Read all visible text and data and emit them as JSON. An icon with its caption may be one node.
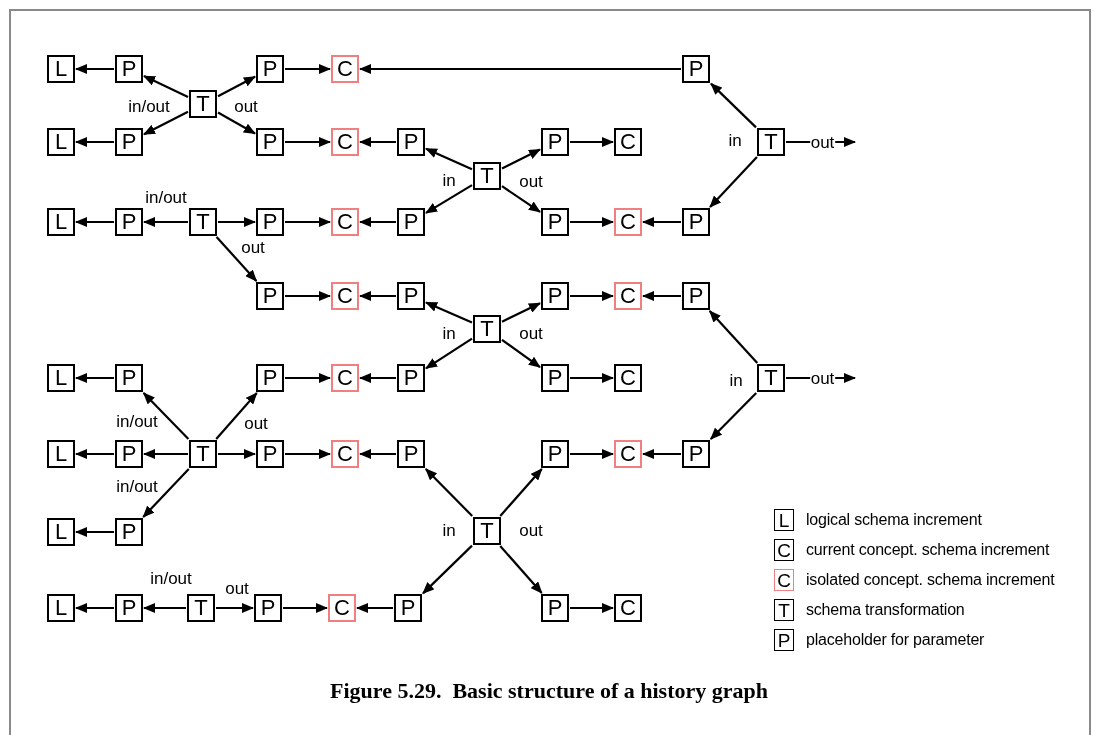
{
  "diagram": {
    "caption": "Figure 5.29.  Basic structure of a history graph",
    "nodes": [
      {
        "text": [
          "L"
        ]
      },
      {
        "text": [
          "P"
        ]
      },
      {
        "text": [
          "P"
        ]
      },
      {
        "text": [
          "C"
        ]
      },
      {
        "text": [
          "P"
        ]
      },
      {
        "text": [
          "T"
        ]
      },
      {
        "text": [
          "L"
        ]
      },
      {
        "text": [
          "P"
        ]
      },
      {
        "text": [
          "P"
        ]
      },
      {
        "text": [
          "C"
        ]
      },
      {
        "text": [
          "P"
        ]
      },
      {
        "text": [
          "P"
        ]
      },
      {
        "text": [
          "C"
        ]
      },
      {
        "text": [
          "T"
        ]
      },
      {
        "text": [
          "T"
        ]
      },
      {
        "text": [
          "L"
        ]
      },
      {
        "text": [
          "P"
        ]
      },
      {
        "text": [
          "T"
        ]
      },
      {
        "text": [
          "P"
        ]
      },
      {
        "text": [
          "C"
        ]
      },
      {
        "text": [
          "P"
        ]
      },
      {
        "text": [
          "P"
        ]
      },
      {
        "text": [
          "C"
        ]
      },
      {
        "text": [
          "P"
        ]
      },
      {
        "text": [
          "P"
        ]
      },
      {
        "text": [
          "C"
        ]
      },
      {
        "text": [
          "P"
        ]
      },
      {
        "text": [
          "P"
        ]
      },
      {
        "text": [
          "C"
        ]
      },
      {
        "text": [
          "P"
        ]
      },
      {
        "text": [
          "T"
        ]
      },
      {
        "text": [
          "L"
        ]
      },
      {
        "text": [
          "P"
        ]
      },
      {
        "text": [
          "P"
        ]
      },
      {
        "text": [
          "C"
        ]
      },
      {
        "text": [
          "P"
        ]
      },
      {
        "text": [
          "P"
        ]
      },
      {
        "text": [
          "C"
        ]
      },
      {
        "text": [
          "T"
        ]
      },
      {
        "text": [
          "L"
        ]
      },
      {
        "text": [
          "P"
        ]
      },
      {
        "text": [
          "T"
        ]
      },
      {
        "text": [
          "P"
        ]
      },
      {
        "text": [
          "C"
        ]
      },
      {
        "text": [
          "P"
        ]
      },
      {
        "text": [
          "P"
        ]
      },
      {
        "text": [
          "C"
        ]
      },
      {
        "text": [
          "P"
        ]
      },
      {
        "text": [
          "L"
        ]
      },
      {
        "text": [
          "P"
        ]
      },
      {
        "text": [
          "T"
        ]
      },
      {
        "text": [
          "L"
        ]
      },
      {
        "text": [
          "P"
        ]
      },
      {
        "text": [
          "T"
        ]
      },
      {
        "text": [
          "P"
        ]
      },
      {
        "text": [
          "C"
        ]
      },
      {
        "text": [
          "P"
        ]
      },
      {
        "text": [
          "P"
        ]
      },
      {
        "text": [
          "C"
        ]
      }
    ],
    "edges": [
      {
        "from": 1,
        "to": 0,
        "arrow": "to"
      },
      {
        "from": 5,
        "to": 1,
        "arrow": "to"
      },
      {
        "from": 5,
        "to": 7,
        "arrow": "to"
      },
      {
        "from": 5,
        "to": 2,
        "arrow": "to"
      },
      {
        "from": 5,
        "to": 8,
        "arrow": "to"
      },
      {
        "from": 2,
        "to": 3,
        "arrow": "to"
      },
      {
        "from": 4,
        "to": 3,
        "arrow": "to"
      },
      {
        "from": 13,
        "to": 4,
        "arrow": "to"
      },
      {
        "from": 13,
        "to": 23,
        "arrow": "to"
      },
      {
        "from": 13,
        "to": null,
        "arrow": "to",
        "label": "out"
      },
      {
        "from": 7,
        "to": 6,
        "arrow": "to"
      },
      {
        "from": 8,
        "to": 9,
        "arrow": "to"
      },
      {
        "from": 10,
        "to": 9,
        "arrow": "to"
      },
      {
        "from": 14,
        "to": 10,
        "arrow": "to"
      },
      {
        "from": 14,
        "to": 20,
        "arrow": "to"
      },
      {
        "from": 14,
        "to": 11,
        "arrow": "to"
      },
      {
        "from": 14,
        "to": 21,
        "arrow": "to"
      },
      {
        "from": 11,
        "to": 12,
        "arrow": "to"
      },
      {
        "from": 16,
        "to": 15,
        "arrow": "to"
      },
      {
        "from": 17,
        "to": 16,
        "arrow": "to"
      },
      {
        "from": 17,
        "to": 18,
        "arrow": "to"
      },
      {
        "from": 17,
        "to": 24,
        "arrow": "to"
      },
      {
        "from": 18,
        "to": 19,
        "arrow": "to"
      },
      {
        "from": 20,
        "to": 19,
        "arrow": "to"
      },
      {
        "from": 21,
        "to": 22,
        "arrow": "to"
      },
      {
        "from": 23,
        "to": 22,
        "arrow": "to"
      },
      {
        "from": 24,
        "to": 25,
        "arrow": "to"
      },
      {
        "from": 26,
        "to": 25,
        "arrow": "to"
      },
      {
        "from": 30,
        "to": 26,
        "arrow": "to"
      },
      {
        "from": 30,
        "to": 35,
        "arrow": "to"
      },
      {
        "from": 30,
        "to": 27,
        "arrow": "to"
      },
      {
        "from": 30,
        "to": 36,
        "arrow": "to"
      },
      {
        "from": 27,
        "to": 28,
        "arrow": "to"
      },
      {
        "from": 29,
        "to": 28,
        "arrow": "to"
      },
      {
        "from": 38,
        "to": 29,
        "arrow": "to"
      },
      {
        "from": 38,
        "to": 47,
        "arrow": "to"
      },
      {
        "from": 38,
        "to": null,
        "arrow": "to",
        "label": "out"
      },
      {
        "from": 32,
        "to": 31,
        "arrow": "to"
      },
      {
        "from": 41,
        "to": 32,
        "arrow": "to"
      },
      {
        "from": 41,
        "to": 40,
        "arrow": "to"
      },
      {
        "from": 41,
        "to": 49,
        "arrow": "to"
      },
      {
        "from": 41,
        "to": 33,
        "arrow": "to"
      },
      {
        "from": 41,
        "to": 42,
        "arrow": "to"
      },
      {
        "from": 33,
        "to": 34,
        "arrow": "to"
      },
      {
        "from": 35,
        "to": 34,
        "arrow": "to"
      },
      {
        "from": 36,
        "to": 37,
        "arrow": "to"
      },
      {
        "from": 40,
        "to": 39,
        "arrow": "to"
      },
      {
        "from": 42,
        "to": 43,
        "arrow": "to"
      },
      {
        "from": 44,
        "to": 43,
        "arrow": "to"
      },
      {
        "from": 50,
        "to": 44,
        "arrow": "to"
      },
      {
        "from": 50,
        "to": 56,
        "arrow": "to"
      },
      {
        "from": 50,
        "to": 45,
        "arrow": "to"
      },
      {
        "from": 50,
        "to": 57,
        "arrow": "to"
      },
      {
        "from": 45,
        "to": 46,
        "arrow": "to"
      },
      {
        "from": 47,
        "to": 46,
        "arrow": "to"
      },
      {
        "from": 49,
        "to": 48,
        "arrow": "to"
      },
      {
        "from": 52,
        "to": 51,
        "arrow": "to"
      },
      {
        "from": 53,
        "to": 52,
        "arrow": "to"
      },
      {
        "from": 53,
        "to": 54,
        "arrow": "to"
      },
      {
        "from": 54,
        "to": 55,
        "arrow": "to"
      },
      {
        "from": 56,
        "to": 55,
        "arrow": "to"
      },
      {
        "from": 57,
        "to": 58,
        "arrow": "to"
      }
    ],
    "labels": [
      "in/out",
      "out",
      "in",
      "in/out",
      "in",
      "out",
      "out",
      "in",
      "out",
      "in",
      "in/out",
      "out",
      "in/out",
      "in",
      "out",
      "in/out",
      "out",
      "L",
      "C",
      "C",
      "T",
      "P"
    ],
    "legend": [
      {
        "text": "logical schema increment"
      },
      {
        "text": "current concept. schema increment"
      },
      {
        "text": "isolated concept. schema increment"
      },
      {
        "text": "schema transformation"
      },
      {
        "text": "placeholder for parameter"
      }
    ]
  }
}
